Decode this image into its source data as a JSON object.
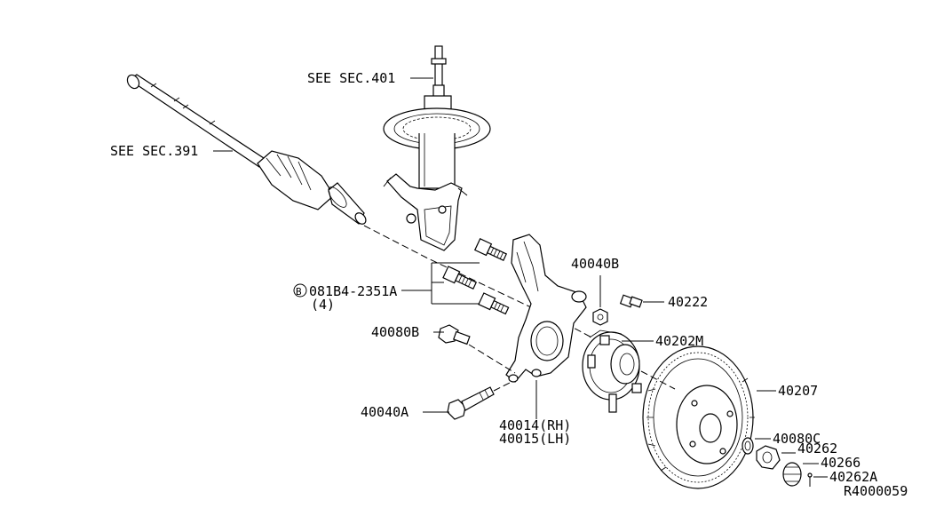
{
  "diagram": {
    "labels": {
      "see_sec_401": "SEE SEC.401",
      "see_sec_391": "SEE SEC.391",
      "bolt_code": "081B4-2351A",
      "bolt_circle": "B",
      "bolt_qty": "(4)",
      "p40040b": "40040B",
      "p40222": "40222",
      "p40080b": "40080B",
      "p40202m": "40202M",
      "p40207": "40207",
      "p40040a": "40040A",
      "p40014": "40014(RH)",
      "p40015": "40015(LH)",
      "p40080c": "40080C",
      "p40262": "40262",
      "p40266": "40266",
      "p40262a": "40262A",
      "ref_code": "R4000059"
    }
  }
}
